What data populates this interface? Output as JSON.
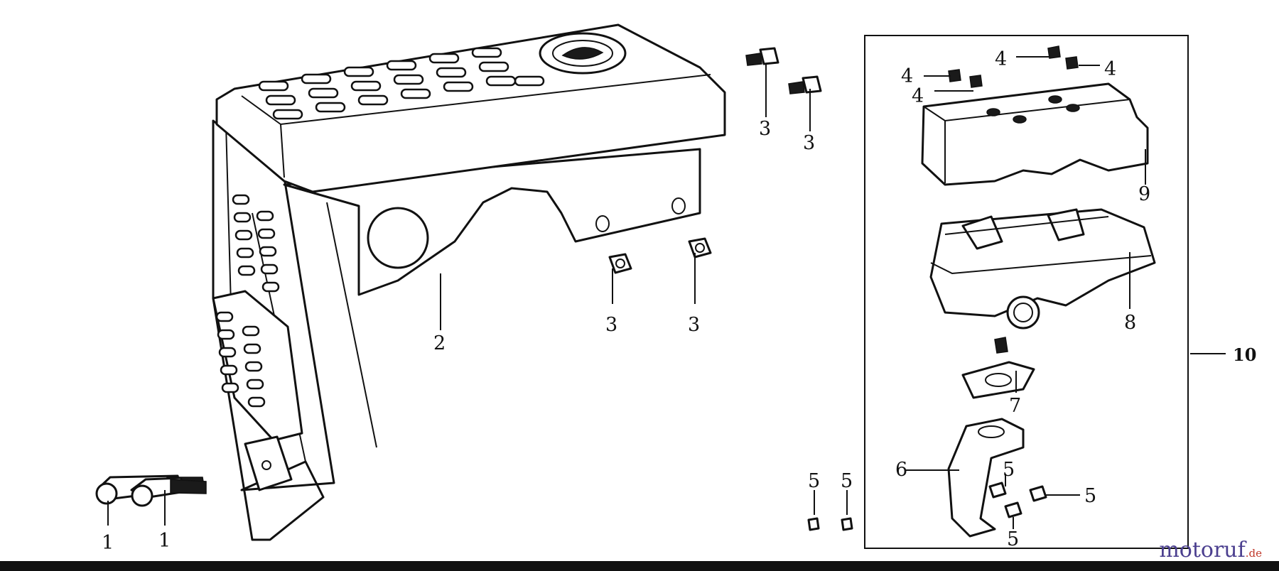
{
  "callouts": {
    "c1a": "1",
    "c1b": "1",
    "c2": "2",
    "c3a": "3",
    "c3b": "3",
    "c3c": "3",
    "c3d": "3",
    "c4a": "4",
    "c4b": "4",
    "c4c": "4",
    "c4d": "4",
    "c5a": "5",
    "c5b": "5",
    "c5c": "5",
    "c5d": "5",
    "c5e": "5",
    "c6": "6",
    "c7": "7",
    "c8": "8",
    "c9": "9",
    "c10": "10"
  },
  "watermark": {
    "name": "motoruf",
    "tld": ".de"
  }
}
